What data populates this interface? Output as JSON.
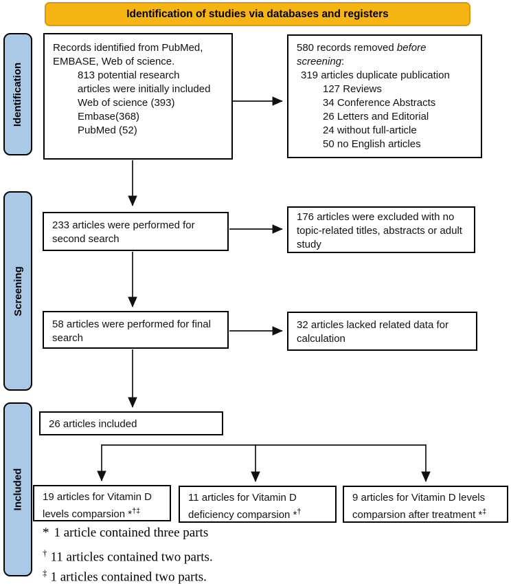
{
  "banner": {
    "title": "Identification of studies via databases and registers"
  },
  "colors": {
    "banner_fill": "#F7B514",
    "banner_border": "#DB9A06",
    "stage_fill": "#A9C9E7"
  },
  "stages": {
    "identification": "Identification",
    "screening": "Screening",
    "included": "Included"
  },
  "boxes": {
    "records_identified": {
      "lines": [
        "Records identified from PubMed,",
        "EMBASE, Web of science."
      ],
      "items": [
        "813 potential research",
        "articles were initially included",
        "Web of science (393)",
        "Embase(368)",
        "PubMed (52)"
      ]
    },
    "records_removed": {
      "prefix": "580 records removed ",
      "italic": "before screening",
      "suffix": ":",
      "lead_item": "319 articles duplicate publication",
      "items": [
        "127 Reviews",
        "34 Conference Abstracts",
        "26 Letters and Editorial",
        "24 without full-article",
        "50 no English articles"
      ]
    },
    "second_search": {
      "text": "233 articles were performed for second search"
    },
    "excluded_topic": {
      "text": "176 articles were excluded with no topic-related titles, abstracts or adult study"
    },
    "final_search": {
      "text": "58 articles were performed for final search"
    },
    "lacked_data": {
      "text": "32 articles lacked related data for calculation"
    },
    "included_total": {
      "text": "26 articles included"
    },
    "group_levels": {
      "text": "19 articles for Vitamin D levels comparsion ",
      "star": "*",
      "sup": "†‡"
    },
    "group_deficiency": {
      "text": "11 articles for Vitamin D deficiency comparsion ",
      "star": "*",
      "sup": "†"
    },
    "group_treatment": {
      "text": "9 articles for Vitamin D levels comparsion after treatment ",
      "star": "*",
      "sup": "‡"
    }
  },
  "footnotes": [
    {
      "marker": "*",
      "text": "1 article contained three parts"
    },
    {
      "marker": "†",
      "text": "11 articles contained two parts."
    },
    {
      "marker": "‡",
      "text": "1 articles contained two parts."
    }
  ]
}
